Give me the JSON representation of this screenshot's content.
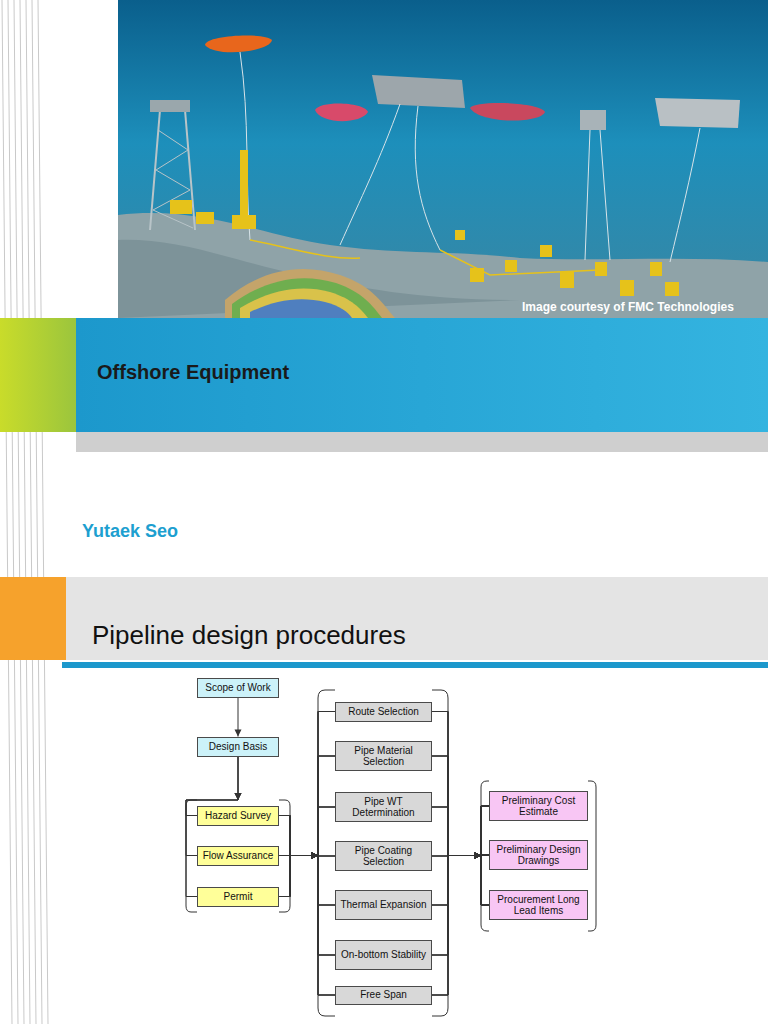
{
  "diagram": {
    "title": "Pipeline design procedures",
    "nodes": [
      {
        "text": [
          "Scope of Work"
        ]
      },
      {
        "text": [
          "Design Basis"
        ]
      },
      {
        "text": [
          "Hazard Survey"
        ]
      },
      {
        "text": [
          "Flow Assurance"
        ]
      },
      {
        "text": [
          "Permit"
        ]
      },
      {
        "text": [
          "Route Selection"
        ]
      },
      {
        "text": [
          "Pipe Material Selection"
        ]
      },
      {
        "text": [
          "Pipe WT Determination"
        ]
      },
      {
        "text": [
          "Pipe Coating Selection"
        ]
      },
      {
        "text": [
          "Thermal Expansion"
        ]
      },
      {
        "text": [
          "On-bottom Stability"
        ]
      },
      {
        "text": [
          "Free Span"
        ]
      },
      {
        "text": [
          "Preliminary Cost Estimate"
        ]
      },
      {
        "text": [
          "Preliminary Design Drawings"
        ]
      },
      {
        "text": [
          "Procurement Long Lead Items"
        ]
      }
    ],
    "edges": [
      {
        "from": 0,
        "to": 1,
        "arrow": "to"
      },
      {
        "from": 1,
        "to": 2,
        "arrow": "to"
      },
      {
        "from": 1,
        "to": 3,
        "arrow": "to"
      },
      {
        "from": 1,
        "to": 4,
        "arrow": "to"
      },
      {
        "from": 2,
        "to": 5,
        "arrow": "to"
      },
      {
        "from": 2,
        "to": 6,
        "arrow": "to"
      },
      {
        "from": 2,
        "to": 7,
        "arrow": "to"
      },
      {
        "from": 2,
        "to": 8,
        "arrow": "to"
      },
      {
        "from": 2,
        "to": 9,
        "arrow": "to"
      },
      {
        "from": 2,
        "to": 10,
        "arrow": "to"
      },
      {
        "from": 2,
        "to": 11,
        "arrow": "to"
      },
      {
        "from": 3,
        "to": 5,
        "arrow": "to"
      },
      {
        "from": 3,
        "to": 6,
        "arrow": "to"
      },
      {
        "from": 3,
        "to": 7,
        "arrow": "to"
      },
      {
        "from": 3,
        "to": 8,
        "arrow": "to"
      },
      {
        "from": 3,
        "to": 9,
        "arrow": "to"
      },
      {
        "from": 3,
        "to": 10,
        "arrow": "to"
      },
      {
        "from": 3,
        "to": 11,
        "arrow": "to"
      },
      {
        "from": 4,
        "to": 5,
        "arrow": "to"
      },
      {
        "from": 4,
        "to": 6,
        "arrow": "to"
      },
      {
        "from": 4,
        "to": 7,
        "arrow": "to"
      },
      {
        "from": 4,
        "to": 8,
        "arrow": "to"
      },
      {
        "from": 4,
        "to": 9,
        "arrow": "to"
      },
      {
        "from": 4,
        "to": 10,
        "arrow": "to"
      },
      {
        "from": 4,
        "to": 11,
        "arrow": "to"
      },
      {
        "from": 5,
        "to": 12,
        "arrow": "to"
      },
      {
        "from": 5,
        "to": 13,
        "arrow": "to"
      },
      {
        "from": 5,
        "to": 14,
        "arrow": "to"
      },
      {
        "from": 6,
        "to": 12,
        "arrow": "to"
      },
      {
        "from": 6,
        "to": 13,
        "arrow": "to"
      },
      {
        "from": 6,
        "to": 14,
        "arrow": "to"
      },
      {
        "from": 7,
        "to": 12,
        "arrow": "to"
      },
      {
        "from": 7,
        "to": 13,
        "arrow": "to"
      },
      {
        "from": 7,
        "to": 14,
        "arrow": "to"
      },
      {
        "from": 8,
        "to": 12,
        "arrow": "to"
      },
      {
        "from": 8,
        "to": 13,
        "arrow": "to"
      },
      {
        "from": 8,
        "to": 14,
        "arrow": "to"
      },
      {
        "from": 9,
        "to": 12,
        "arrow": "to"
      },
      {
        "from": 9,
        "to": 13,
        "arrow": "to"
      },
      {
        "from": 9,
        "to": 14,
        "arrow": "to"
      },
      {
        "from": 10,
        "to": 12,
        "arrow": "to"
      },
      {
        "from": 10,
        "to": 13,
        "arrow": "to"
      },
      {
        "from": 10,
        "to": 14,
        "arrow": "to"
      },
      {
        "from": 11,
        "to": 12,
        "arrow": "to"
      },
      {
        "from": 11,
        "to": 13,
        "arrow": "to"
      },
      {
        "from": 11,
        "to": 14,
        "arrow": "to"
      }
    ],
    "labels": [
      "Image courtesy of FMC Technologies",
      "Offshore Equipment",
      "Yutaek Seo"
    ]
  }
}
